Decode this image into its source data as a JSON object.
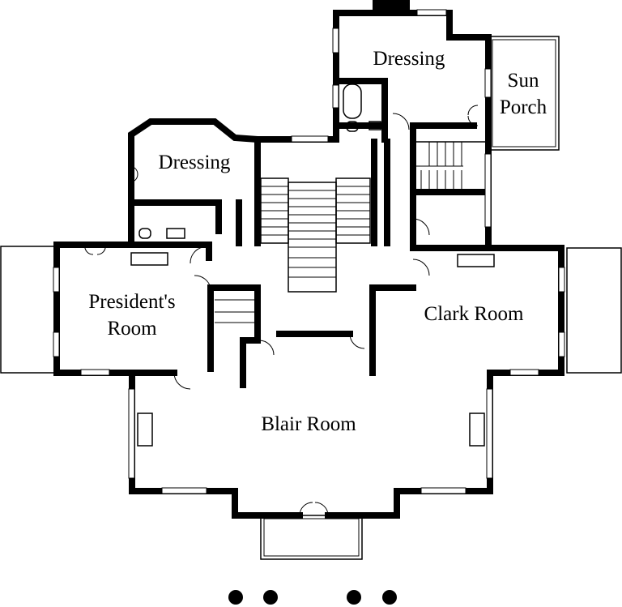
{
  "rooms": {
    "dressing_upper": "Dressing",
    "sun_porch_line1": "Sun",
    "sun_porch_line2": "Porch",
    "dressing_left": "Dressing",
    "presidents_line1": "President's",
    "presidents_line2": "Room",
    "clark": "Clark Room",
    "blair": "Blair Room"
  },
  "colors": {
    "wall": "#000000",
    "background": "#ffffff"
  }
}
